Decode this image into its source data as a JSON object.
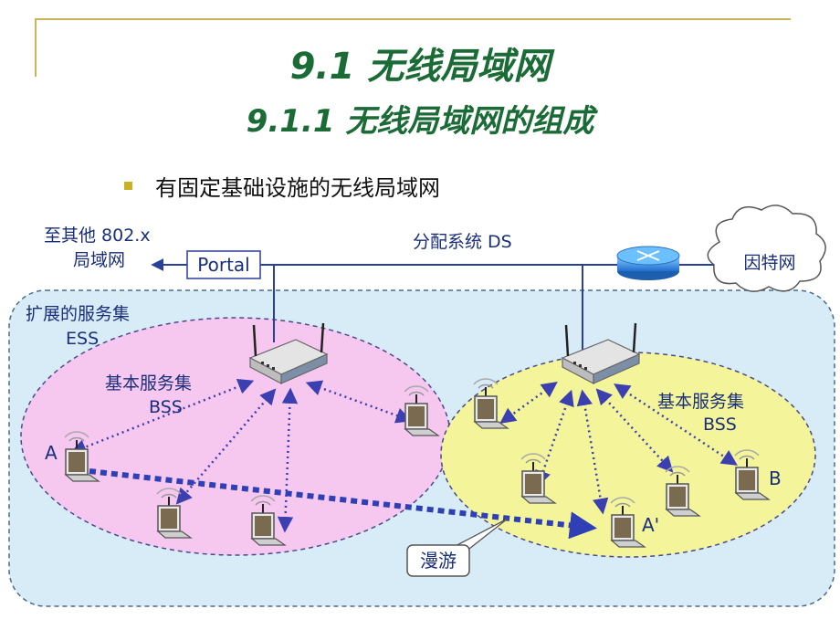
{
  "title": {
    "main": "9.1  无线局域网",
    "sub": "9.1.1  无线局域网的组成"
  },
  "bullet": "有固定基础设施的无线局域网",
  "diagram": {
    "other_lan": [
      "至其他 802.x",
      "局域网"
    ],
    "portal": "Portal",
    "ds": "分配系统 DS",
    "internet": "因特网",
    "ess": [
      "扩展的服务集",
      "ESS"
    ],
    "bss_left": [
      "基本服务集",
      "BSS"
    ],
    "bss_right": [
      "基本服务集",
      "BSS"
    ],
    "station_a": "A",
    "station_a_prime": "A'",
    "station_b": "B",
    "roaming": "漫游"
  },
  "colors": {
    "title": "#1a6b35",
    "bullet": "#c9b024",
    "ess_fill": "#d8ecf7",
    "bss_left_fill": "#f6c8f0",
    "bss_right_fill": "#f4f59a",
    "link": "#3b3fb0",
    "roaming_path": "#2f3fb5",
    "router": "#2d7fd6"
  }
}
